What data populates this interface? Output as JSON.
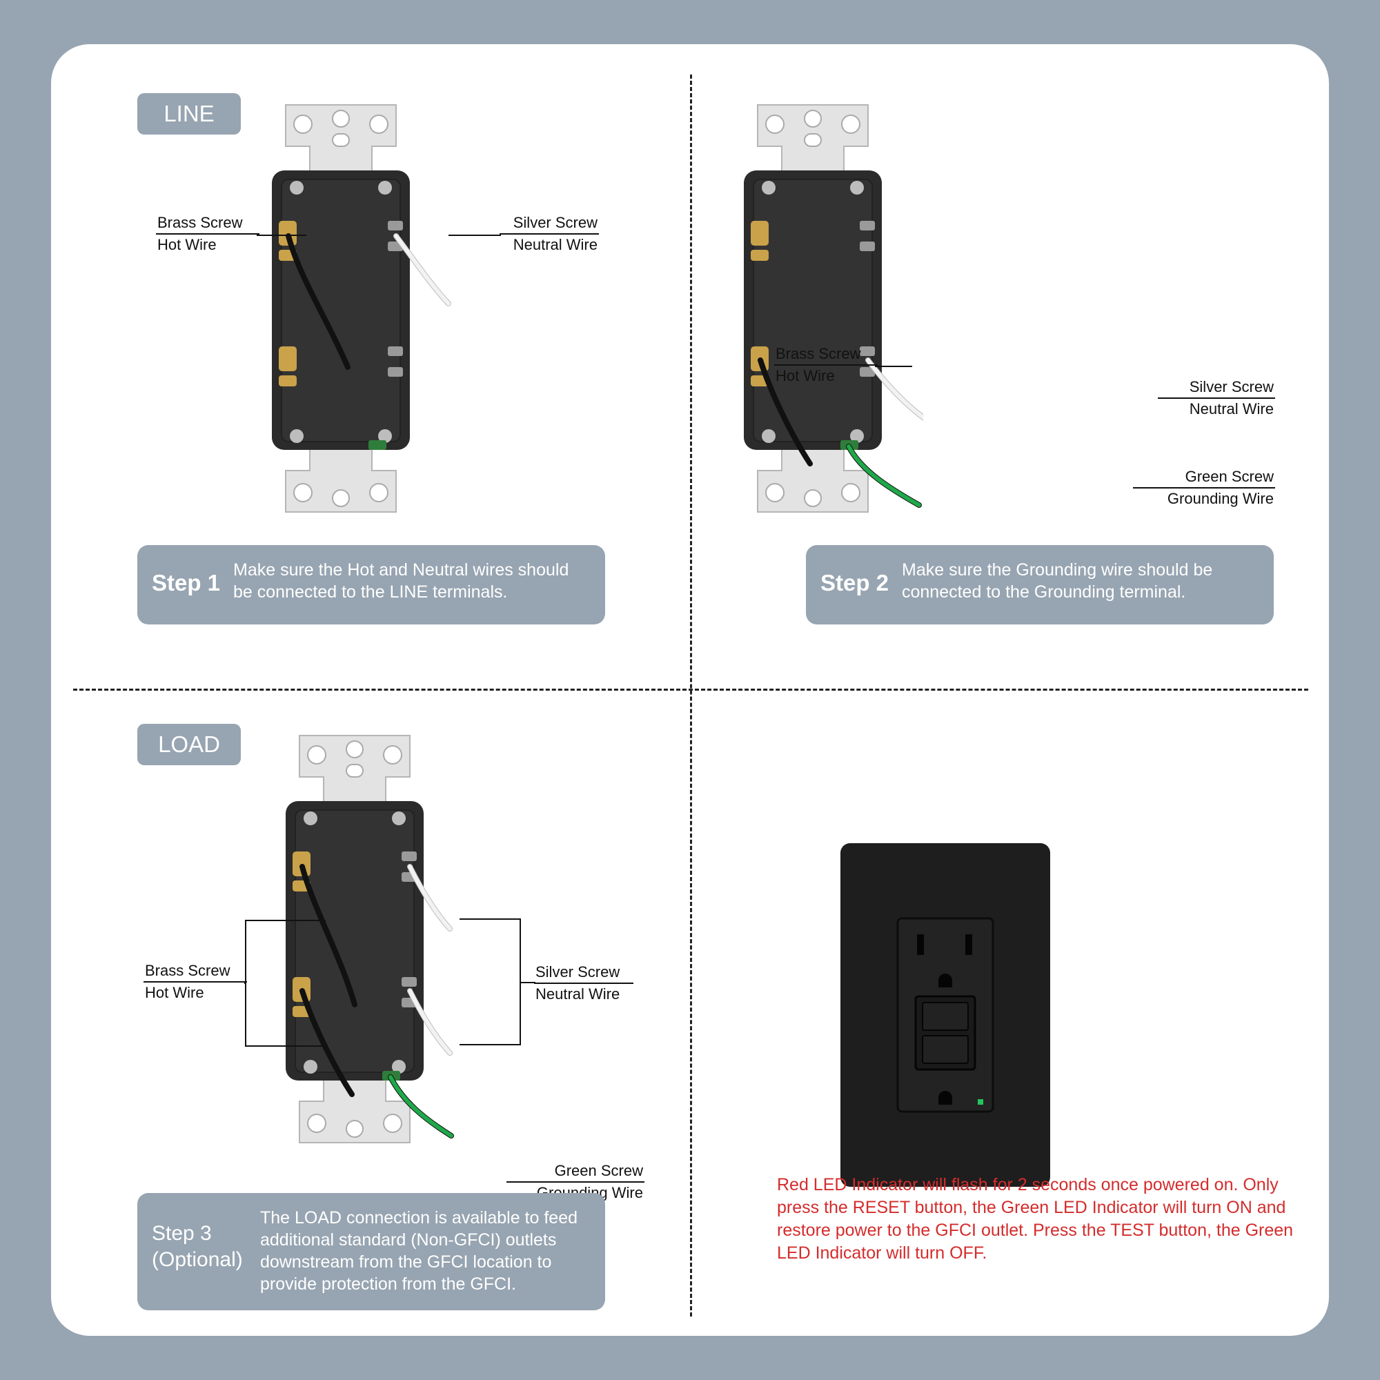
{
  "line_section": {
    "tag": "LINE",
    "brass": {
      "screw": "Brass Screw",
      "wire": "Hot Wire"
    },
    "silver": {
      "screw": "Silver Screw",
      "wire": "Neutral Wire"
    },
    "step_label": "Step 1",
    "step_text": "Make sure the Hot and Neutral wires should be connected to the LINE terminals."
  },
  "ground_section": {
    "brass": {
      "screw": "Brass Screw",
      "wire": "Hot Wire"
    },
    "silver": {
      "screw": "Silver Screw",
      "wire": "Neutral Wire"
    },
    "green": {
      "screw": "Green Screw",
      "wire": "Grounding Wire"
    },
    "step_label": "Step 2",
    "step_text": "Make sure the Grounding wire should be connected to the Grounding terminal."
  },
  "load_section": {
    "tag": "LOAD",
    "brass": {
      "screw": "Brass Screw",
      "wire": "Hot Wire"
    },
    "silver": {
      "screw": "Silver Screw",
      "wire": "Neutral Wire"
    },
    "green": {
      "screw": "Green Screw",
      "wire": "Grounding Wire"
    },
    "step_label_1": "Step 3",
    "step_label_2": "(Optional)",
    "step_text": "The LOAD connection is available to feed additional standard (Non-GFCI) outlets downstream from the GFCI location to provide protection from the GFCI."
  },
  "finished_section": {
    "note": "Red LED Indicator will flash for 2 seconds once powered on. Only press the RESET button, the Green LED Indicator will turn ON and restore power to the GFCI outlet. Press the TEST button, the Green LED Indicator will turn OFF."
  },
  "colors": {
    "background": "#97a4b1",
    "card": "#ffffff",
    "body": "#2b2b2b",
    "brass": "#c9a24a",
    "neutral_wire": "#f2f2f2",
    "ground_wire": "#1fa84a",
    "note_red": "#d42c2c",
    "led_green": "#22c55e"
  }
}
